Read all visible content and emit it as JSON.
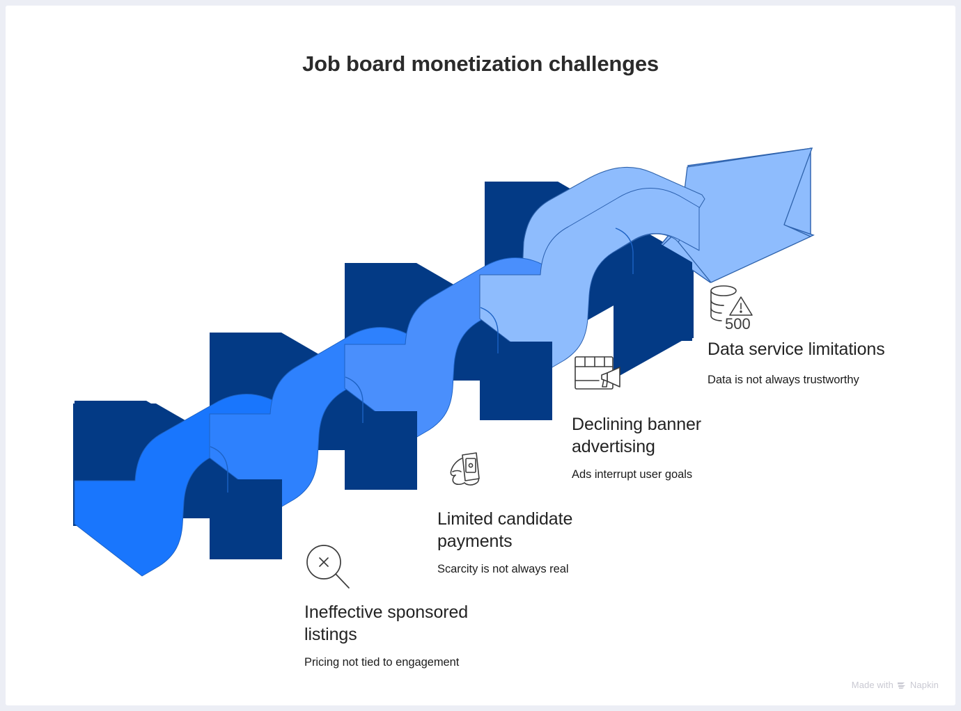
{
  "page": {
    "title": "Job board monetization challenges",
    "background_color": "#ffffff",
    "frame_color": "#eceef5"
  },
  "palette": {
    "navy_block": "#033A85",
    "navy_block_dark": "#02306f",
    "ribbon_1": "#1976FD",
    "ribbon_2": "#2E81FD",
    "ribbon_3": "#4A8FFC",
    "ribbon_4": "#6FA6FC",
    "ribbon_5": "#8EBCFD",
    "arrow_head": "#8EBCFD",
    "outline": "#1b4fa0",
    "icon_stroke": "#3c3c3c",
    "title_text": "#2b2b2b",
    "body_text": "#1c1c1c",
    "watermark_text": "#c9c9d2"
  },
  "steps": [
    {
      "id": "step1",
      "icon": "magnifier-x-icon",
      "title_lines": [
        "Ineffective sponsored",
        "listings"
      ],
      "subtitle": "Pricing not tied to engagement"
    },
    {
      "id": "step2",
      "icon": "hand-holding-phone-icon",
      "title_lines": [
        "Limited candidate",
        "payments"
      ],
      "subtitle": "Scarcity is not always real"
    },
    {
      "id": "step3",
      "icon": "banner-megaphone-icon",
      "title_lines": [
        "Declining banner",
        "advertising"
      ],
      "subtitle": "Ads interrupt user goals"
    },
    {
      "id": "step4",
      "icon": "database-warning-500-icon",
      "icon_label": "500",
      "title_lines": [
        "Data service limitations"
      ],
      "subtitle": "Data is not always trustworthy"
    }
  ],
  "watermark": {
    "prefix": "Made with",
    "brand": "Napkin"
  },
  "chart_data": {
    "type": "diagram",
    "subtype": "ascending-isometric-step-arrow",
    "title": "Job board monetization challenges",
    "direction": "upward-right",
    "step_count": 4,
    "categories": [
      "Ineffective sponsored listings",
      "Limited candidate payments",
      "Declining banner advertising",
      "Data service limitations"
    ],
    "values": [
      1,
      2,
      3,
      4
    ],
    "captions": [
      "Pricing not tied to engagement",
      "Scarcity is not always real",
      "Ads interrupt user goals",
      "Data is not always trustworthy"
    ],
    "ribbon_shades": [
      "#1976FD",
      "#2E81FD",
      "#4A8FFC",
      "#8EBCFD"
    ],
    "block_color": "#033A85",
    "legend": "none",
    "grid": false
  }
}
